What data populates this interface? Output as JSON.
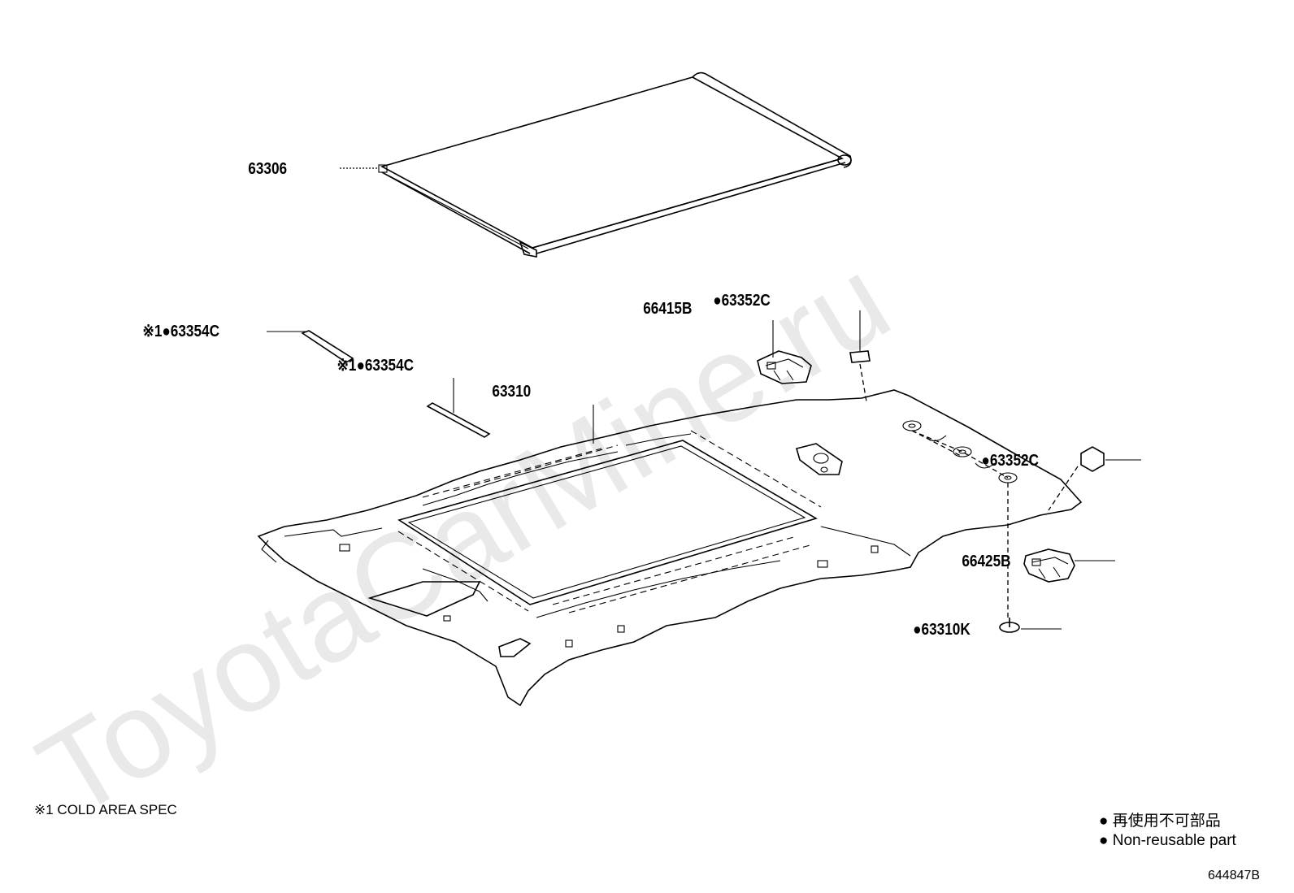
{
  "watermark": "ToyotaCarMine.ru",
  "parts": {
    "sunshade": "63306",
    "headliner": "63310",
    "pad_a": "※1●63354C",
    "pad_b": "※1●63354C",
    "clip_front": "66415B",
    "pad_top": "●63352C",
    "pad_right": "●63352C",
    "clip_rear": "66425B",
    "clip_screw": "●63310K"
  },
  "note": "※1 COLD AREA SPEC",
  "legend": {
    "jp": "● 再使用不可部品",
    "en": "● Non-reusable part"
  },
  "figure_code": "644847B"
}
